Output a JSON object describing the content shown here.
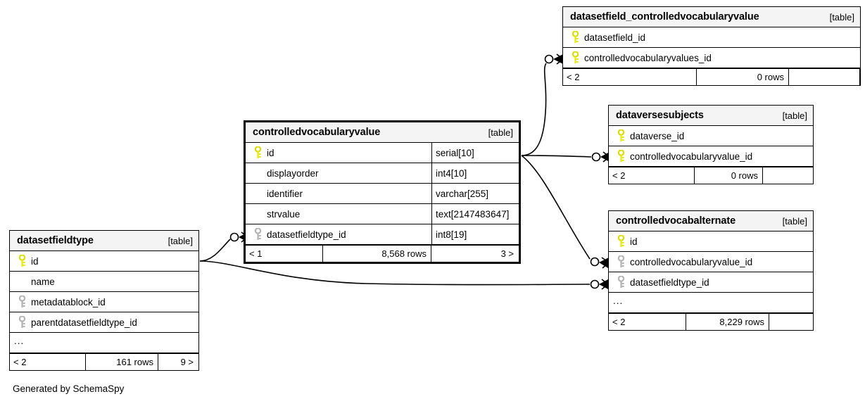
{
  "diagram": {
    "credit": "Generated by SchemaSpy",
    "kind_label": "[table]",
    "ellipsis": "...",
    "icons": {
      "primary_key": "key-icon-primary",
      "foreign_key": "key-icon-foreign",
      "relationship": "crowsfoot-icon"
    },
    "colors": {
      "primary_key": "#e8e80d",
      "foreign_key": "#b0b0b0",
      "header_bg": "#f4f4f4",
      "border": "#000000",
      "edge": "#000000",
      "background": "#ffffff"
    }
  },
  "tables": {
    "datasetfield_controlledvocabularyvalue": {
      "name": "datasetfield_controlledvocabularyvalue",
      "kind": "[table]",
      "columns": [
        {
          "name": "datasetfield_id",
          "key": "primary",
          "type": ""
        },
        {
          "name": "controlledvocabularyvalues_id",
          "key": "primary",
          "type": ""
        }
      ],
      "footer": {
        "left": "< 2",
        "middle": "0 rows",
        "right": ""
      }
    },
    "dataversesubjects": {
      "name": "dataversesubjects",
      "kind": "[table]",
      "columns": [
        {
          "name": "dataverse_id",
          "key": "primary",
          "type": ""
        },
        {
          "name": "controlledvocabularyvalue_id",
          "key": "primary",
          "type": ""
        }
      ],
      "footer": {
        "left": "< 2",
        "middle": "0 rows",
        "right": ""
      }
    },
    "controlledvocabalternate": {
      "name": "controlledvocabalternate",
      "kind": "[table]",
      "columns": [
        {
          "name": "id",
          "key": "primary",
          "type": ""
        },
        {
          "name": "controlledvocabularyvalue_id",
          "key": "foreign",
          "type": ""
        },
        {
          "name": "datasetfieldtype_id",
          "key": "foreign",
          "type": ""
        },
        {
          "name": "...",
          "key": "none",
          "type": ""
        }
      ],
      "footer": {
        "left": "< 2",
        "middle": "8,229 rows",
        "right": ""
      }
    },
    "controlledvocabularyvalue": {
      "name": "controlledvocabularyvalue",
      "kind": "[table]",
      "emphasis": true,
      "columns": [
        {
          "name": "id",
          "key": "primary",
          "type": "serial[10]"
        },
        {
          "name": "displayorder",
          "key": "none",
          "type": "int4[10]"
        },
        {
          "name": "identifier",
          "key": "none",
          "type": "varchar[255]"
        },
        {
          "name": "strvalue",
          "key": "none",
          "type": "text[2147483647]"
        },
        {
          "name": "datasetfieldtype_id",
          "key": "foreign",
          "type": "int8[19]"
        }
      ],
      "footer": {
        "left": "< 1",
        "middle": "8,568 rows",
        "right": "3 >"
      }
    },
    "datasetfieldtype": {
      "name": "datasetfieldtype",
      "kind": "[table]",
      "columns": [
        {
          "name": "id",
          "key": "primary",
          "type": ""
        },
        {
          "name": "name",
          "key": "none",
          "type": ""
        },
        {
          "name": "metadatablock_id",
          "key": "foreign",
          "type": ""
        },
        {
          "name": "parentdatasetfieldtype_id",
          "key": "foreign",
          "type": ""
        },
        {
          "name": "...",
          "key": "none",
          "type": ""
        }
      ],
      "footer": {
        "left": "< 2",
        "middle": "161 rows",
        "right": "9 >"
      }
    }
  },
  "relationships": [
    {
      "from": "controlledvocabularyvalue.id",
      "to": "datasetfield_controlledvocabularyvalue.controlledvocabularyvalues_id"
    },
    {
      "from": "controlledvocabularyvalue.id",
      "to": "dataversesubjects.controlledvocabularyvalue_id"
    },
    {
      "from": "controlledvocabularyvalue.id",
      "to": "controlledvocabalternate.controlledvocabularyvalue_id"
    },
    {
      "from": "datasetfieldtype.id",
      "to": "controlledvocabularyvalue.datasetfieldtype_id"
    },
    {
      "from": "datasetfieldtype.id",
      "to": "controlledvocabalternate.datasetfieldtype_id"
    }
  ]
}
